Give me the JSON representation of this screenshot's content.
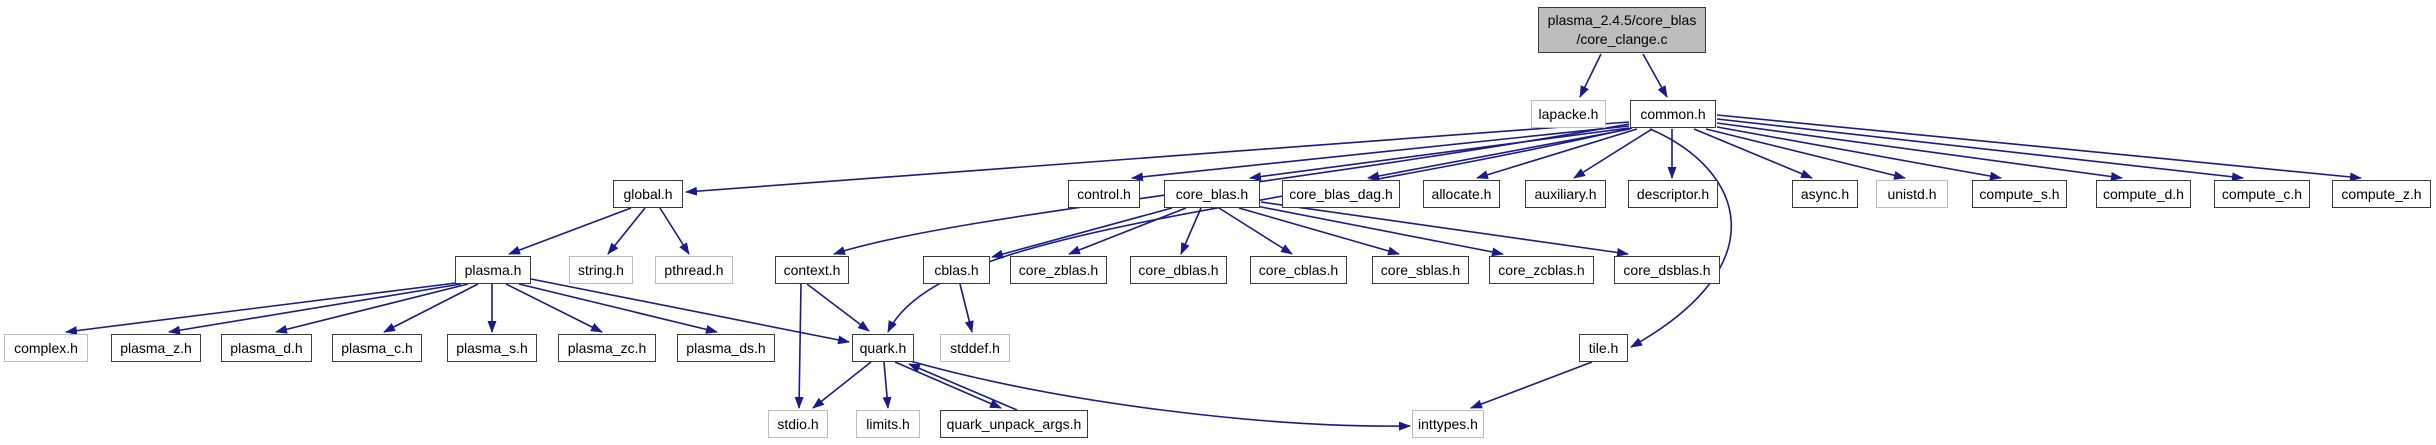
{
  "graph": {
    "kind": "include-dependency-graph",
    "nodes": [
      {
        "id": "core_clange_c",
        "kind": "main",
        "label": "plasma_2.4.5/core_blas /core_clange.c",
        "label_lines": [
          "plasma_2.4.5/core_blas",
          "/core_clange.c"
        ]
      },
      {
        "id": "lapacke_h",
        "kind": "external",
        "label": "lapacke.h"
      },
      {
        "id": "common_h",
        "kind": "internal",
        "label": "common.h"
      },
      {
        "id": "global_h",
        "kind": "internal",
        "label": "global.h"
      },
      {
        "id": "control_h",
        "kind": "internal",
        "label": "control.h"
      },
      {
        "id": "core_blas_h",
        "kind": "internal",
        "label": "core_blas.h"
      },
      {
        "id": "core_blas_dag_h",
        "kind": "internal",
        "label": "core_blas_dag.h"
      },
      {
        "id": "allocate_h",
        "kind": "internal",
        "label": "allocate.h"
      },
      {
        "id": "auxiliary_h",
        "kind": "internal",
        "label": "auxiliary.h"
      },
      {
        "id": "descriptor_h",
        "kind": "internal",
        "label": "descriptor.h"
      },
      {
        "id": "async_h",
        "kind": "internal",
        "label": "async.h"
      },
      {
        "id": "unistd_h",
        "kind": "external",
        "label": "unistd.h"
      },
      {
        "id": "compute_s_h",
        "kind": "internal",
        "label": "compute_s.h"
      },
      {
        "id": "compute_d_h",
        "kind": "internal",
        "label": "compute_d.h"
      },
      {
        "id": "compute_c_h",
        "kind": "internal",
        "label": "compute_c.h"
      },
      {
        "id": "compute_z_h",
        "kind": "internal",
        "label": "compute_z.h"
      },
      {
        "id": "plasma_h",
        "kind": "internal",
        "label": "plasma.h"
      },
      {
        "id": "string_h",
        "kind": "external",
        "label": "string.h"
      },
      {
        "id": "pthread_h",
        "kind": "external",
        "label": "pthread.h"
      },
      {
        "id": "context_h",
        "kind": "internal",
        "label": "context.h"
      },
      {
        "id": "cblas_h",
        "kind": "internal",
        "label": "cblas.h"
      },
      {
        "id": "core_zblas_h",
        "kind": "internal",
        "label": "core_zblas.h"
      },
      {
        "id": "core_dblas_h",
        "kind": "internal",
        "label": "core_dblas.h"
      },
      {
        "id": "core_cblas_h",
        "kind": "internal",
        "label": "core_cblas.h"
      },
      {
        "id": "core_sblas_h",
        "kind": "internal",
        "label": "core_sblas.h"
      },
      {
        "id": "core_zcblas_h",
        "kind": "internal",
        "label": "core_zcblas.h"
      },
      {
        "id": "core_dsblas_h",
        "kind": "internal",
        "label": "core_dsblas.h"
      },
      {
        "id": "complex_h",
        "kind": "external",
        "label": "complex.h"
      },
      {
        "id": "plasma_z_h",
        "kind": "internal",
        "label": "plasma_z.h"
      },
      {
        "id": "plasma_d_h",
        "kind": "internal",
        "label": "plasma_d.h"
      },
      {
        "id": "plasma_c_h",
        "kind": "internal",
        "label": "plasma_c.h"
      },
      {
        "id": "plasma_s_h",
        "kind": "internal",
        "label": "plasma_s.h"
      },
      {
        "id": "plasma_zc_h",
        "kind": "internal",
        "label": "plasma_zc.h"
      },
      {
        "id": "plasma_ds_h",
        "kind": "internal",
        "label": "plasma_ds.h"
      },
      {
        "id": "quark_h",
        "kind": "internal",
        "label": "quark.h"
      },
      {
        "id": "stddef_h",
        "kind": "external",
        "label": "stddef.h"
      },
      {
        "id": "tile_h",
        "kind": "internal",
        "label": "tile.h"
      },
      {
        "id": "stdio_h",
        "kind": "external",
        "label": "stdio.h"
      },
      {
        "id": "limits_h",
        "kind": "external",
        "label": "limits.h"
      },
      {
        "id": "quark_unpack_args_h",
        "kind": "internal",
        "label": "quark_unpack_args.h"
      },
      {
        "id": "inttypes_h",
        "kind": "external",
        "label": "inttypes.h"
      }
    ],
    "edges": [
      {
        "from": "core_clange_c",
        "to": "lapacke_h"
      },
      {
        "from": "core_clange_c",
        "to": "common_h"
      },
      {
        "from": "common_h",
        "to": "global_h"
      },
      {
        "from": "common_h",
        "to": "control_h"
      },
      {
        "from": "common_h",
        "to": "core_blas_h"
      },
      {
        "from": "common_h",
        "to": "core_blas_dag_h"
      },
      {
        "from": "common_h",
        "to": "allocate_h"
      },
      {
        "from": "common_h",
        "to": "auxiliary_h"
      },
      {
        "from": "common_h",
        "to": "descriptor_h"
      },
      {
        "from": "common_h",
        "to": "async_h"
      },
      {
        "from": "common_h",
        "to": "unistd_h"
      },
      {
        "from": "common_h",
        "to": "compute_s_h"
      },
      {
        "from": "common_h",
        "to": "compute_d_h"
      },
      {
        "from": "common_h",
        "to": "compute_c_h"
      },
      {
        "from": "common_h",
        "to": "compute_z_h"
      },
      {
        "from": "common_h",
        "to": "context_h"
      },
      {
        "from": "common_h",
        "to": "quark_h"
      },
      {
        "from": "common_h",
        "to": "tile_h"
      },
      {
        "from": "global_h",
        "to": "plasma_h"
      },
      {
        "from": "global_h",
        "to": "string_h"
      },
      {
        "from": "global_h",
        "to": "pthread_h"
      },
      {
        "from": "plasma_h",
        "to": "complex_h"
      },
      {
        "from": "plasma_h",
        "to": "plasma_z_h"
      },
      {
        "from": "plasma_h",
        "to": "plasma_d_h"
      },
      {
        "from": "plasma_h",
        "to": "plasma_c_h"
      },
      {
        "from": "plasma_h",
        "to": "plasma_s_h"
      },
      {
        "from": "plasma_h",
        "to": "plasma_zc_h"
      },
      {
        "from": "plasma_h",
        "to": "plasma_ds_h"
      },
      {
        "from": "plasma_h",
        "to": "quark_h"
      },
      {
        "from": "context_h",
        "to": "quark_h"
      },
      {
        "from": "context_h",
        "to": "stdio_h"
      },
      {
        "from": "core_blas_h",
        "to": "cblas_h"
      },
      {
        "from": "core_blas_h",
        "to": "core_zblas_h"
      },
      {
        "from": "core_blas_h",
        "to": "core_dblas_h"
      },
      {
        "from": "core_blas_h",
        "to": "core_cblas_h"
      },
      {
        "from": "core_blas_h",
        "to": "core_sblas_h"
      },
      {
        "from": "core_blas_h",
        "to": "core_zcblas_h"
      },
      {
        "from": "core_blas_h",
        "to": "core_dsblas_h"
      },
      {
        "from": "cblas_h",
        "to": "stddef_h"
      },
      {
        "from": "quark_h",
        "to": "stdio_h"
      },
      {
        "from": "quark_h",
        "to": "limits_h"
      },
      {
        "from": "quark_h",
        "to": "quark_unpack_args_h"
      },
      {
        "from": "quark_unpack_args_h",
        "to": "quark_h"
      },
      {
        "from": "quark_h",
        "to": "inttypes_h"
      },
      {
        "from": "tile_h",
        "to": "inttypes_h"
      }
    ]
  },
  "colors": {
    "edge": "#1a1a8c",
    "internal_border": "#3a3a3a",
    "external_border": "#bcbcbc",
    "main_fill": "#bdbdbd",
    "background": "#ffffff",
    "text": "#000000"
  }
}
